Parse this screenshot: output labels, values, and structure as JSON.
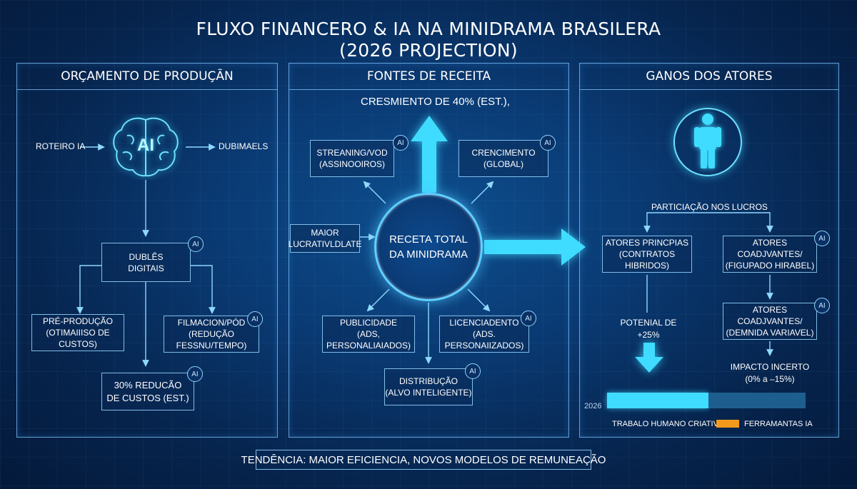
{
  "title": {
    "line1": "FLUXO FINANCERO & IA NA MINIDRAMA BRASILERA",
    "line2": "(2026 PROJECTION)"
  },
  "panels": {
    "production": {
      "heading": "ORÇAMENTO DE PRODUÇÃN",
      "roteiro_label": "ROTEIRO IA",
      "digitais_label": "DUBIMAELS",
      "brain_icon": "brain-ai-icon",
      "brain_text": "AI",
      "dubles": {
        "line1": "DUBLÊS",
        "line2": "DIGITAIS"
      },
      "pre_producao": {
        "line1": "PRÉ-PRODUÇÃO",
        "line2": "(OTIMAIIISO DE CUSTOS)"
      },
      "filmacion": {
        "line1": "FILMACION/PÓD",
        "line2": "(REDUÇÃO FESSNU/TEMPO)"
      },
      "reducao": {
        "line1": "30% REDUCÃO",
        "line2": "DE CUSTOS (EST.)"
      }
    },
    "revenue": {
      "heading": "FONTES DE RECEITA",
      "growth_label": "CRESMIENTO DE 40% (EST.),",
      "streaming": {
        "line1": "STREANING/VOD",
        "line2": "(ASSINOOIROS)"
      },
      "crescimento": {
        "line1": "CRENCIMENTO",
        "line2": "(GLOBAL)"
      },
      "maior": {
        "line1": "MAIOR",
        "line2": "LUCRATIVLDLATE"
      },
      "center": {
        "line1": "RECETA TOTAL",
        "line2": "DA MINIDRAMA"
      },
      "publicidade": {
        "line1": "PUBLICIDADE",
        "line2": "(ADS, PERSONALIAIADOS)"
      },
      "licenciamento": {
        "line1": "LICENCIADENTO",
        "line2": "(ADS. PERSONAIIZADOS)"
      },
      "distribuicao": {
        "line1": "DISTRIBUÇÃO",
        "line2": "(ALVO INTELIGENTE)"
      }
    },
    "actors": {
      "heading": "GANOS DOS ATORES",
      "person_icon": "person-icon",
      "participacao": "PARTICIAÇÃO NOS LUCROS",
      "principais": {
        "line1": "ATORES PRINCPIAS",
        "line2": "(CONTRATOS HIBRIDOS)"
      },
      "coadjuvantes1": {
        "line1": "ATORES COADJVANTES/",
        "line2": "(FIGUPADO HIRABEL)"
      },
      "coadjuvantes2": {
        "line1": "ATORES COADJVANTES/",
        "line2": "(DEMNIDA VARIAVEL)"
      },
      "potencial": {
        "line1": "POTENIAL DE",
        "line2": "+25%"
      },
      "impacto": {
        "line1": "IMPACTO INCERTO",
        "line2": "(0% a –15%)"
      },
      "year_label": "2026",
      "legend_human": "TRABALO HUMANO CRIATIVO",
      "legend_ai": "FERRAMANTAS IA",
      "human_share": 0.51,
      "colors": {
        "human": "#3fdcff",
        "ai_bar": "#1e5e8e",
        "ai_swatch": "#f39a1c"
      }
    }
  },
  "ai_badge": "AI",
  "footer": "TENDÊNCIA: MAIOR EFICIENCIA, NOVOS MODELOS DE REMUNEAÇÃO",
  "colors": {
    "accent": "#3fdcff",
    "line": "#8fd8ff",
    "background": "#0a3a73"
  }
}
